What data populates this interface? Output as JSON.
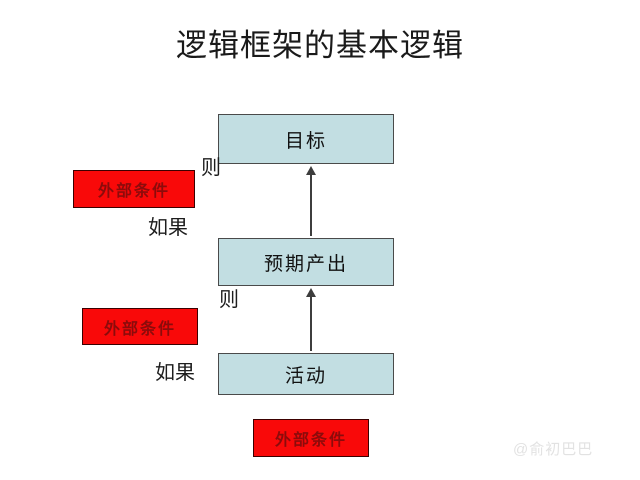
{
  "title": "逻辑框架的基本逻辑",
  "colors": {
    "node_fill": "#c2dee2",
    "node_border": "#4a4a4a",
    "condition_fill": "#f90909",
    "condition_text": "#8c0b0b",
    "condition_border": "#3b0000",
    "arrow": "#3d3d3d",
    "background": "#ffffff",
    "title_text": "#1a1a1a",
    "watermark": "#e2e2e2"
  },
  "nodes": [
    {
      "id": "goal",
      "label": "目标"
    },
    {
      "id": "output",
      "label": "预期产出"
    },
    {
      "id": "activity",
      "label": "活动"
    }
  ],
  "conditions": [
    {
      "id": "condition-top",
      "label": "外部条件"
    },
    {
      "id": "condition-middle",
      "label": "外部条件"
    },
    {
      "id": "condition-bottom",
      "label": "外部条件"
    }
  ],
  "connectors": [
    {
      "id": "ze-1",
      "label": "则"
    },
    {
      "id": "ruguo-1",
      "label": "如果"
    },
    {
      "id": "ze-2",
      "label": "则"
    },
    {
      "id": "ruguo-2",
      "label": "如果"
    }
  ],
  "watermark": "@俞初巴巴"
}
